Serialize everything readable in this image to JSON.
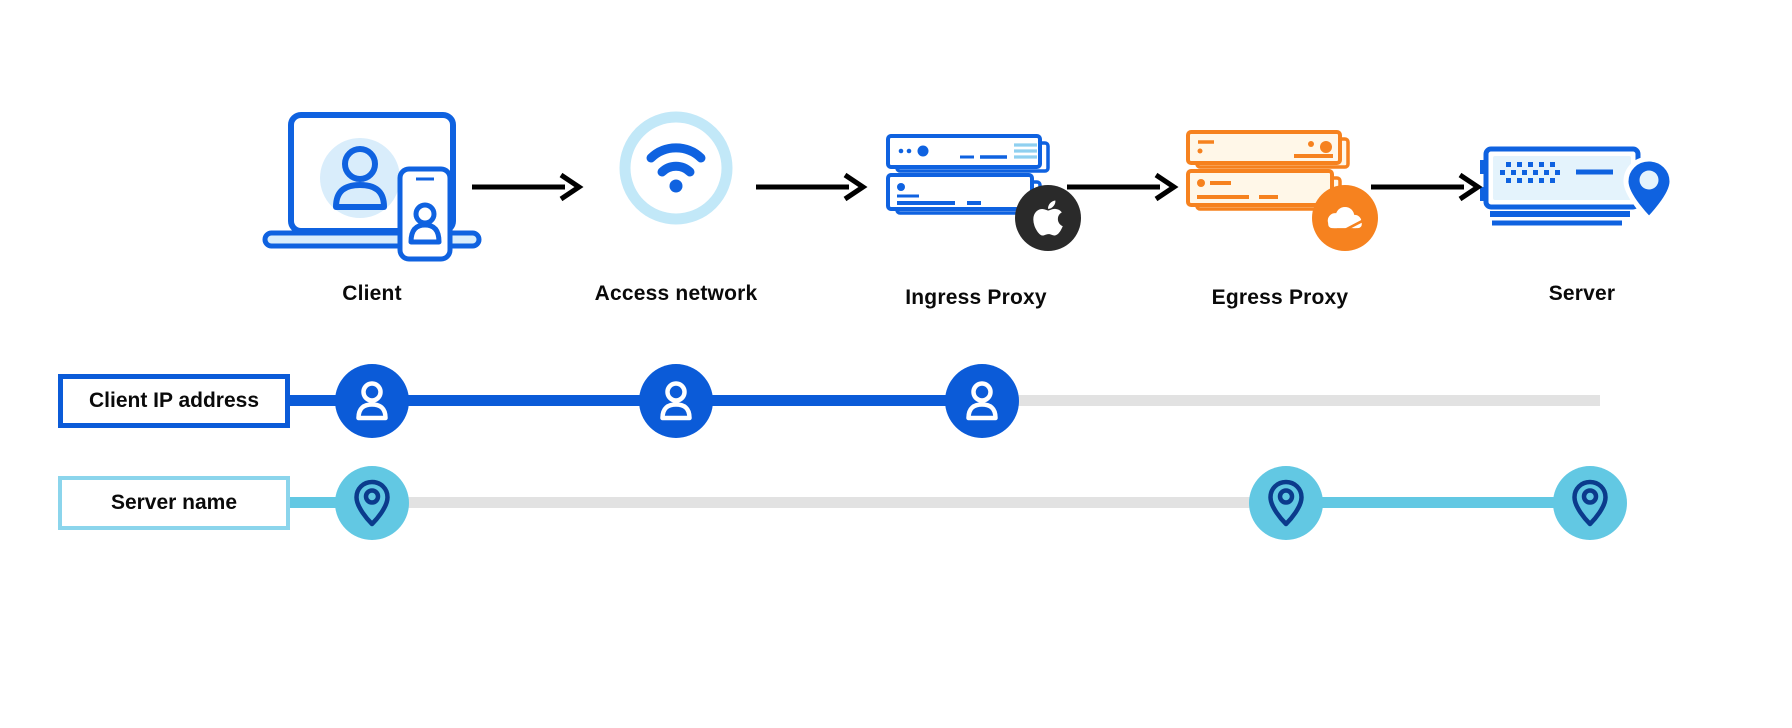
{
  "diagram": {
    "stages": [
      {
        "label": "Client",
        "icon": "client-devices-icon"
      },
      {
        "label": "Access network",
        "icon": "wifi-icon"
      },
      {
        "label": "Ingress Proxy",
        "icon": "server-stack-blue-icon",
        "badge": "apple-logo-icon"
      },
      {
        "label": "Egress Proxy",
        "icon": "server-stack-orange-icon",
        "badge": "cloudflare-logo-icon"
      },
      {
        "label": "Server",
        "icon": "server-location-icon"
      }
    ],
    "rows": [
      {
        "label": "Client IP address",
        "marker_icon": "person-icon",
        "visible_at_stages": [
          "Client",
          "Access network",
          "Ingress Proxy"
        ]
      },
      {
        "label": "Server name",
        "marker_icon": "location-pin-icon",
        "visible_at_stages": [
          "Client",
          "Egress Proxy",
          "Server"
        ]
      }
    ],
    "colors": {
      "primary_blue": "#0b5bd8",
      "icon_stroke_blue": "#0f62e0",
      "light_blue_fill": "#d9edfb",
      "wifi_ring_blue": "#c2e8f8",
      "sky_blue": "#62c8e3",
      "sky_border": "#8bd5ec",
      "navy_pin": "#0b3b8c",
      "gray_track": "#e2e2e2",
      "orange": "#f6821f",
      "cream_fill": "#fff7e8",
      "badge_black": "#2a2a2a",
      "arrow_black": "#000000"
    }
  }
}
